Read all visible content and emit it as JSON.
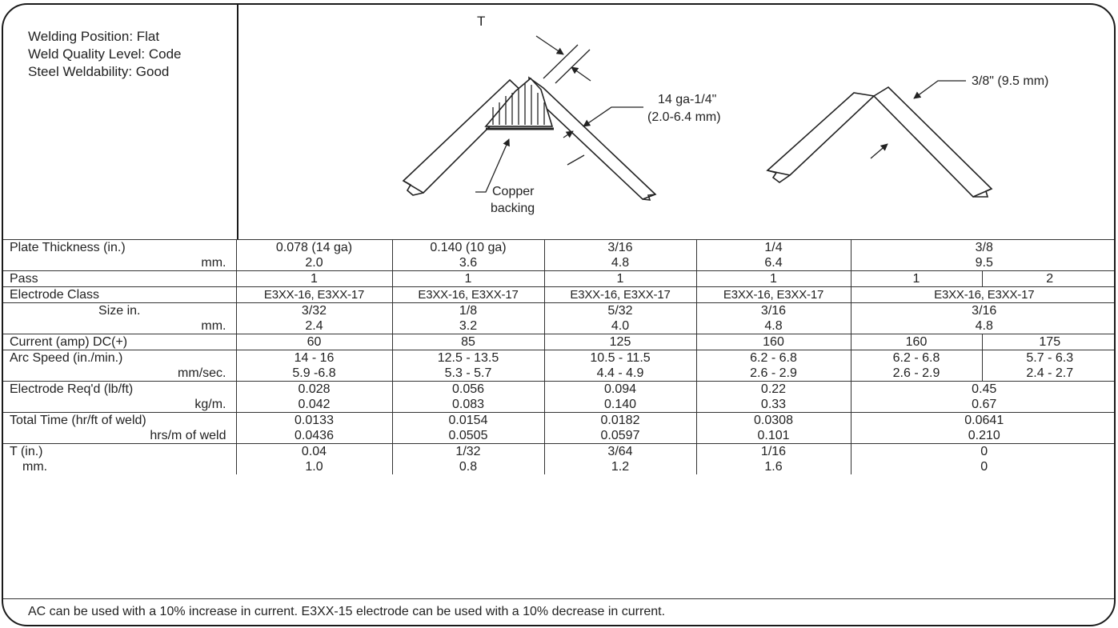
{
  "conditions": {
    "position": "Welding Position:  Flat",
    "quality": "Weld Quality Level:  Code",
    "weldability": "Steel Weldability:  Good"
  },
  "figure": {
    "t_label": "T",
    "range_label_1": "14 ga-1/4\"",
    "range_label_2": "(2.0-6.4 mm)",
    "backing_label_1": "Copper",
    "backing_label_2": "backing",
    "right_label": "3/8\" (9.5 mm)"
  },
  "table": {
    "plate_in_label": "Plate Thickness (in.)",
    "plate_in": [
      "0.078 (14 ga)",
      "0.140 (10 ga)",
      "3/16",
      "1/4",
      "3/8"
    ],
    "plate_mm_label": "mm.",
    "plate_mm": [
      "2.0",
      "3.6",
      "4.8",
      "6.4",
      "9.5"
    ],
    "pass_label": "Pass",
    "pass": [
      "1",
      "1",
      "1",
      "1",
      "1",
      "2"
    ],
    "electrode_label": "Electrode Class",
    "electrode": [
      "E3XX-16, E3XX-17",
      "E3XX-16, E3XX-17",
      "E3XX-16, E3XX-17",
      "E3XX-16, E3XX-17",
      "E3XX-16, E3XX-17"
    ],
    "size_in_label": "Size in.",
    "size_in": [
      "3/32",
      "1/8",
      "5/32",
      "3/16",
      "3/16"
    ],
    "size_mm_label": "mm.",
    "size_mm": [
      "2.4",
      "3.2",
      "4.0",
      "4.8",
      "4.8"
    ],
    "current_label": "Current (amp) DC(+)",
    "current": [
      "60",
      "85",
      "125",
      "160",
      "160",
      "175"
    ],
    "speed_in_label": "Arc Speed (in./min.)",
    "speed_in": [
      "14 - 16",
      "12.5 - 13.5",
      "10.5 - 11.5",
      "6.2 - 6.8",
      "6.2 - 6.8",
      "5.7 - 6.3"
    ],
    "speed_mm_label": "mm/sec.",
    "speed_mm": [
      "5.9 -6.8",
      "5.3 - 5.7",
      "4.4 - 4.9",
      "2.6 - 2.9",
      "2.6 - 2.9",
      "2.4 - 2.7"
    ],
    "elec_req_label": "Electrode Req'd (lb/ft)",
    "elec_req": [
      "0.028",
      "0.056",
      "0.094",
      "0.22",
      "0.45"
    ],
    "elec_kg_label": "kg/m.",
    "elec_kg": [
      "0.042",
      "0.083",
      "0.140",
      "0.33",
      "0.67"
    ],
    "time_ft_label": "Total Time (hr/ft of weld)",
    "time_ft": [
      "0.0133",
      "0.0154",
      "0.0182",
      "0.0308",
      "0.0641"
    ],
    "time_m_label": "hrs/m of weld",
    "time_m": [
      "0.0436",
      "0.0505",
      "0.0597",
      "0.101",
      "0.210"
    ],
    "t_in_label": "T (in.)",
    "t_in": [
      "0.04",
      "1/32",
      "3/64",
      "1/16",
      "0"
    ],
    "t_mm_label": "mm.",
    "t_mm": [
      "1.0",
      "0.8",
      "1.2",
      "1.6",
      "0"
    ]
  },
  "note": "AC can be used with a 10% increase in current.  E3XX-15 electrode can be used with a 10% decrease in current."
}
